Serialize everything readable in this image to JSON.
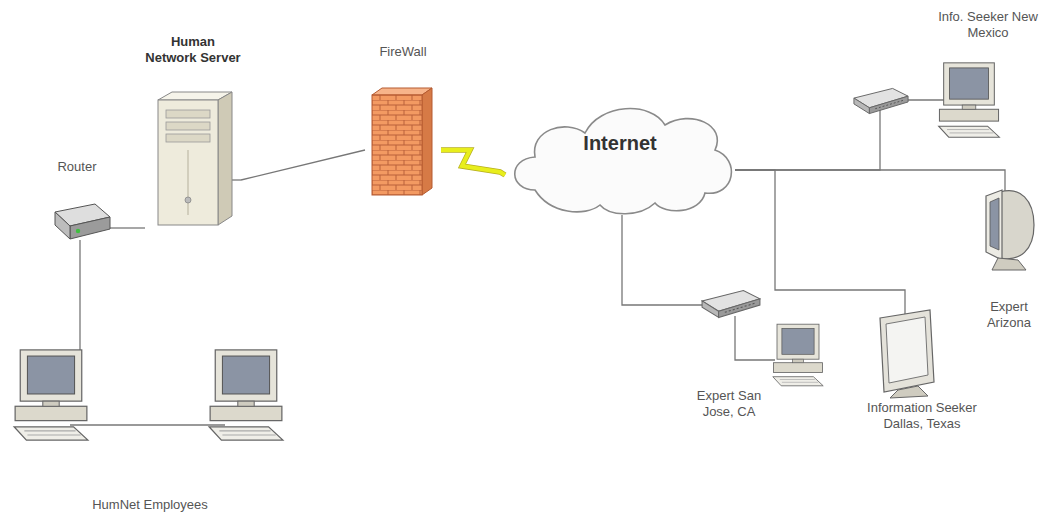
{
  "diagram": {
    "nodes": [
      {
        "text": [
          "Router"
        ]
      },
      {
        "text": [
          "Human Network Server"
        ]
      },
      {
        "text": [
          "FireWall"
        ]
      },
      {
        "text": [
          "Internet"
        ]
      },
      {
        "text": [
          "Info. Seeker New Mexico"
        ]
      },
      {
        "text": [
          "Expert San Jose, CA"
        ]
      },
      {
        "text": [
          "Information Seeker Dallas, Texas"
        ]
      },
      {
        "text": [
          "Expert Arizona"
        ]
      },
      {
        "text": [
          "HumNet Employees"
        ]
      }
    ],
    "edges": [
      {
        "from": 0,
        "to": 1,
        "arrow": "none"
      },
      {
        "from": 1,
        "to": 2,
        "arrow": "none"
      },
      {
        "from": 2,
        "to": 3,
        "arrow": "none"
      },
      {
        "from": 3,
        "to": 4,
        "arrow": "none"
      },
      {
        "from": 3,
        "to": 7,
        "arrow": "none"
      },
      {
        "from": 3,
        "to": 6,
        "arrow": "none"
      },
      {
        "from": 3,
        "to": 5,
        "arrow": "none"
      },
      {
        "from": 0,
        "to": 8,
        "arrow": "none"
      }
    ]
  }
}
